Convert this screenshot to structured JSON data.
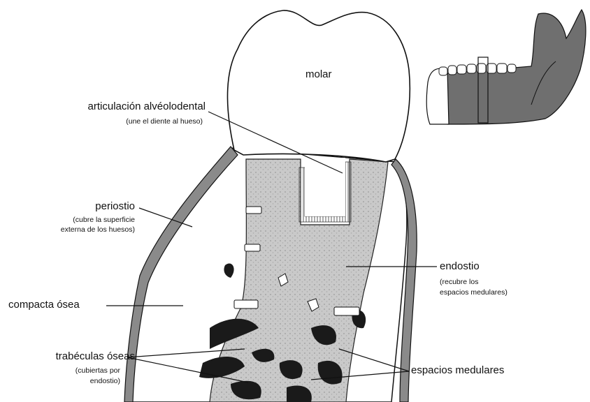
{
  "labels": {
    "molar": "molar",
    "articulacion": "articulación alvéolodental",
    "articulacion_note": "(une el diente al hueso)",
    "periostio": "periostio",
    "periostio_note_1": "(cubre la superficie",
    "periostio_note_2": "externa de los huesos)",
    "compacta": "compacta ósea",
    "trabeculas": "trabéculas óseas",
    "trabeculas_note_1": "(cubiertas por",
    "trabeculas_note_2": "endostio)",
    "endostio": "endostio",
    "endostio_note_1": "(recubre los",
    "endostio_note_2": "espacios medulares)",
    "espacios": "espacios medulares"
  },
  "colors": {
    "line": "#111111",
    "bone_fill": "#c8c8c8",
    "periosteum": "#8a8a8a",
    "jaw_fill": "#6f6f6f",
    "marrow": "#1a1a1a"
  }
}
